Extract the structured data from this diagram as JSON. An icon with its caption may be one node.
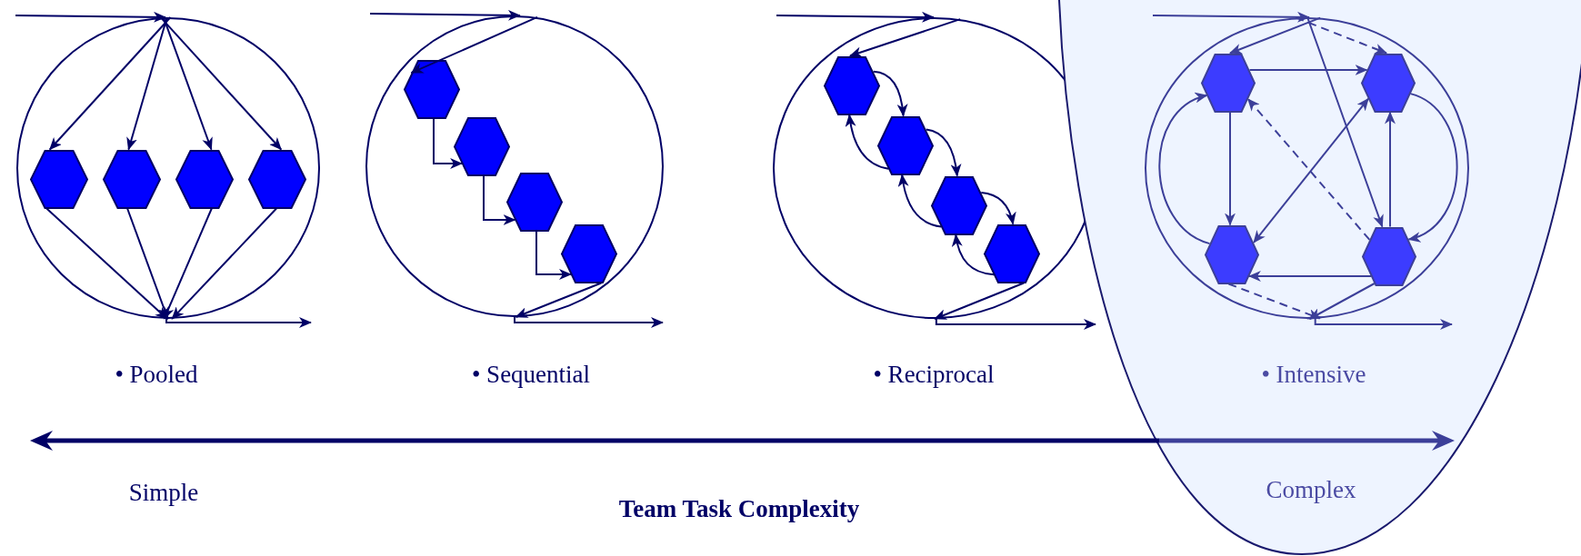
{
  "diagram": {
    "nodes": [
      {
        "text": [],
        "shape": "circle"
      },
      {
        "text": [],
        "shape": "hexagon",
        "in": 0
      },
      {
        "text": [],
        "shape": "hexagon",
        "in": 0
      },
      {
        "text": [],
        "shape": "hexagon",
        "in": 0
      },
      {
        "text": [],
        "shape": "hexagon",
        "in": 0
      },
      {
        "text": [],
        "shape": "circle"
      },
      {
        "text": [],
        "shape": "hexagon",
        "in": 5
      },
      {
        "text": [],
        "shape": "hexagon",
        "in": 5
      },
      {
        "text": [],
        "shape": "hexagon",
        "in": 5
      },
      {
        "text": [],
        "shape": "hexagon",
        "in": 5
      },
      {
        "text": [],
        "shape": "circle"
      },
      {
        "text": [],
        "shape": "hexagon",
        "in": 10
      },
      {
        "text": [],
        "shape": "hexagon",
        "in": 10
      },
      {
        "text": [],
        "shape": "hexagon",
        "in": 10
      },
      {
        "text": [],
        "shape": "hexagon",
        "in": 10
      },
      {
        "text": [
          "• Intensive",
          "Complex"
        ]
      },
      {
        "text": [],
        "shape": "circle",
        "in": 15
      },
      {
        "text": [],
        "shape": "hexagon",
        "in": 16
      },
      {
        "text": [],
        "shape": "hexagon",
        "in": 16
      },
      {
        "text": [],
        "shape": "hexagon",
        "in": 16
      },
      {
        "text": [],
        "shape": "hexagon",
        "in": 16
      }
    ],
    "edges": [
      {
        "from": null,
        "to": 0,
        "arrow": "to"
      },
      {
        "from": 0,
        "to": 1,
        "arrow": "to"
      },
      {
        "from": 0,
        "to": 2,
        "arrow": "to"
      },
      {
        "from": 0,
        "to": 3,
        "arrow": "to"
      },
      {
        "from": 0,
        "to": 4,
        "arrow": "to"
      },
      {
        "from": 1,
        "to": 0,
        "arrow": "to"
      },
      {
        "from": 2,
        "to": 0,
        "arrow": "to"
      },
      {
        "from": 3,
        "to": 0,
        "arrow": "to"
      },
      {
        "from": 4,
        "to": 0,
        "arrow": "to"
      },
      {
        "from": 0,
        "to": null,
        "arrow": "to"
      },
      {
        "from": null,
        "to": 5,
        "arrow": "to"
      },
      {
        "from": 5,
        "to": 6,
        "arrow": "to"
      },
      {
        "from": 6,
        "to": 7,
        "arrow": "to"
      },
      {
        "from": 7,
        "to": 8,
        "arrow": "to"
      },
      {
        "from": 8,
        "to": 9,
        "arrow": "to"
      },
      {
        "from": 9,
        "to": 5,
        "arrow": "to"
      },
      {
        "from": 5,
        "to": null,
        "arrow": "to"
      },
      {
        "from": null,
        "to": 10,
        "arrow": "to"
      },
      {
        "from": 10,
        "to": 11,
        "arrow": "to"
      },
      {
        "from": 11,
        "to": 12,
        "arrow": "to"
      },
      {
        "from": 12,
        "to": 13,
        "arrow": "to"
      },
      {
        "from": 13,
        "to": 14,
        "arrow": "to"
      },
      {
        "from": 12,
        "to": 11,
        "arrow": "to"
      },
      {
        "from": 13,
        "to": 12,
        "arrow": "to"
      },
      {
        "from": 14,
        "to": 13,
        "arrow": "to"
      },
      {
        "from": 14,
        "to": 10,
        "arrow": "to"
      },
      {
        "from": 10,
        "to": 15,
        "arrow": "to"
      },
      {
        "from": null,
        "to": 16,
        "arrow": "to",
        "color": "#3c3f99"
      },
      {
        "from": 16,
        "to": 17,
        "arrow": "to",
        "color": "#3c3f99"
      },
      {
        "from": 16,
        "to": 18,
        "arrow": "to",
        "style": "dashed",
        "color": "#3c3f99"
      },
      {
        "from": 16,
        "to": 20,
        "arrow": "to",
        "color": "#3c3f99"
      },
      {
        "from": 17,
        "to": 18,
        "arrow": "to",
        "color": "#3c3f99"
      },
      {
        "from": 17,
        "to": 19,
        "arrow": "to",
        "color": "#3c3f99"
      },
      {
        "from": 20,
        "to": 18,
        "arrow": "to",
        "color": "#3c3f99"
      },
      {
        "from": 20,
        "to": 19,
        "arrow": "to",
        "color": "#3c3f99"
      },
      {
        "from": 19,
        "to": 17,
        "arrow": "to",
        "color": "#3c3f99"
      },
      {
        "from": 18,
        "to": 20,
        "arrow": "to",
        "color": "#3c3f99"
      },
      {
        "from": 19,
        "to": 18,
        "arrow": "both",
        "color": "#3c3f99"
      },
      {
        "from": 20,
        "to": 17,
        "arrow": "to",
        "style": "dashed",
        "color": "#3c3f99"
      },
      {
        "from": 19,
        "to": 16,
        "arrow": "to",
        "style": "dashed",
        "color": "#3c3f99"
      },
      {
        "from": 20,
        "to": 16,
        "arrow": "to",
        "color": "#3c3f99"
      },
      {
        "from": 16,
        "to": null,
        "arrow": "to",
        "color": "#3c3f99"
      }
    ],
    "labels": [
      "• Pooled",
      "• Sequential",
      "• Reciprocal",
      "Simple",
      "Team Task Complexity"
    ]
  }
}
